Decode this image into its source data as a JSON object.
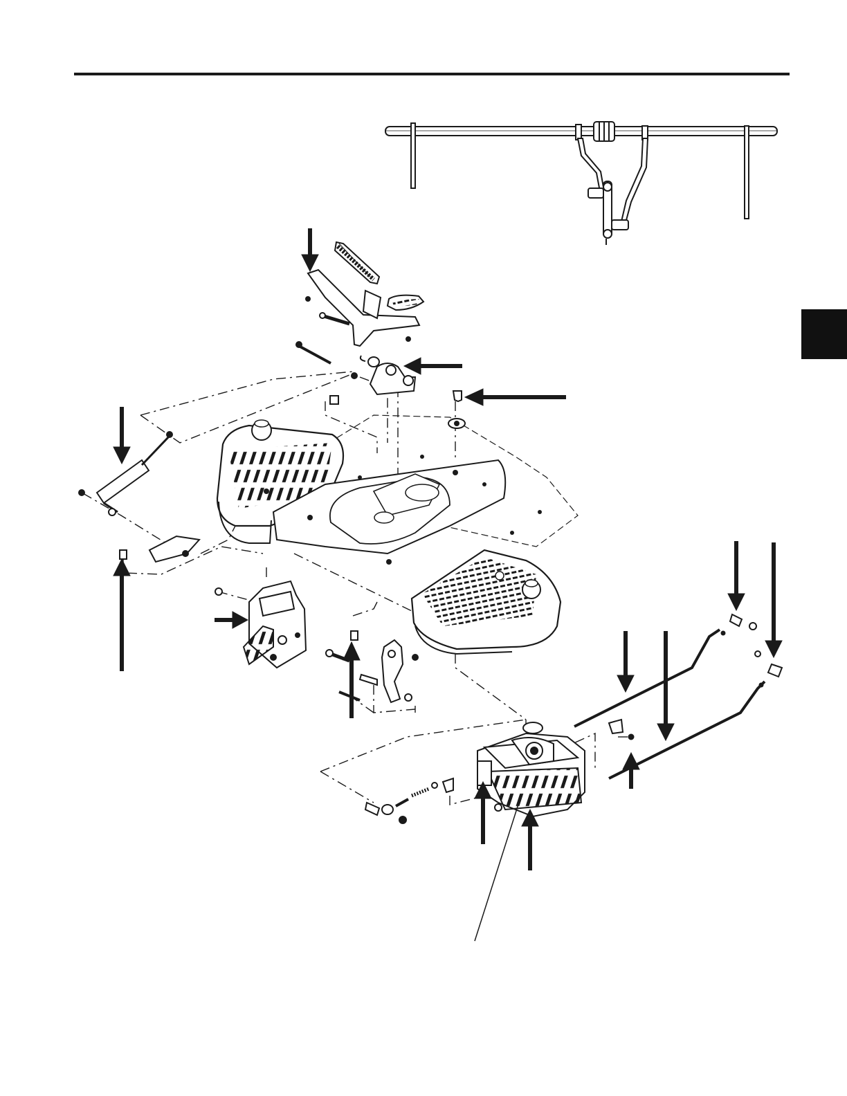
{
  "page": {
    "background": "#ffffff",
    "ink_color": "#1a1a1a",
    "tab_color": "#111111"
  },
  "diagram": {
    "subject": "exploded-parts-view",
    "inset": "shaft-linkage-assembly",
    "parts": [
      "brake-pedal-assembly",
      "pivot-bracket",
      "mounting-bolt",
      "fuel-tank-footplate",
      "gas-spring-damper",
      "spring-bracket",
      "latch-bracket",
      "linkage-plate",
      "hydro-transmission",
      "control-rod-front",
      "control-rod-rear",
      "spring-linkage"
    ],
    "callout_arrow_count": 15
  }
}
